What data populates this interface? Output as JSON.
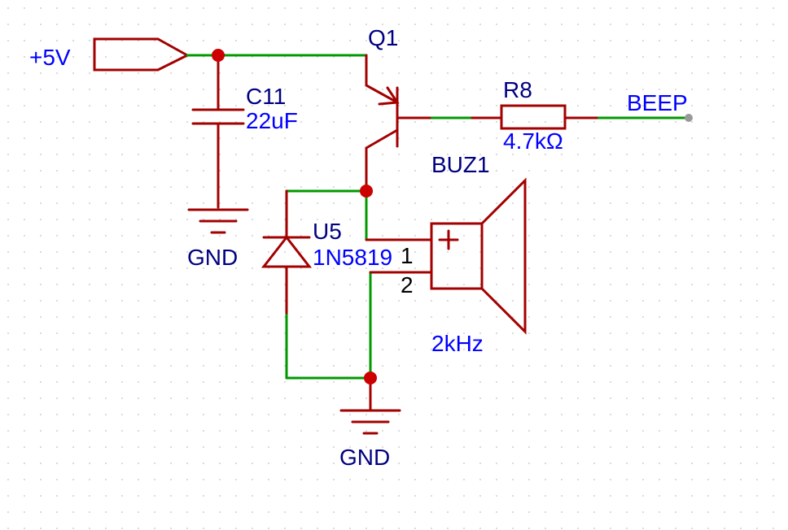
{
  "schematic": {
    "power_label": "+5V",
    "transistor": {
      "ref": "Q1"
    },
    "capacitor": {
      "ref": "C11",
      "value": "22uF"
    },
    "resistor": {
      "ref": "R8",
      "value": "4.7kΩ"
    },
    "net_label": "BEEP",
    "buzzer": {
      "ref": "BUZ1",
      "value": "2kHz",
      "pin1": "1",
      "pin2": "2",
      "plus": "+"
    },
    "diode": {
      "ref": "U5",
      "value": "1N5819"
    },
    "ground_cap": "GND",
    "ground_main": "GND"
  },
  "colors": {
    "wire": "#009900",
    "symbol": "#a30000",
    "junction": "#cc0000",
    "ref_text": "#000080",
    "value_text": "#0000ff",
    "grid_dot": "#d0d0d0"
  }
}
